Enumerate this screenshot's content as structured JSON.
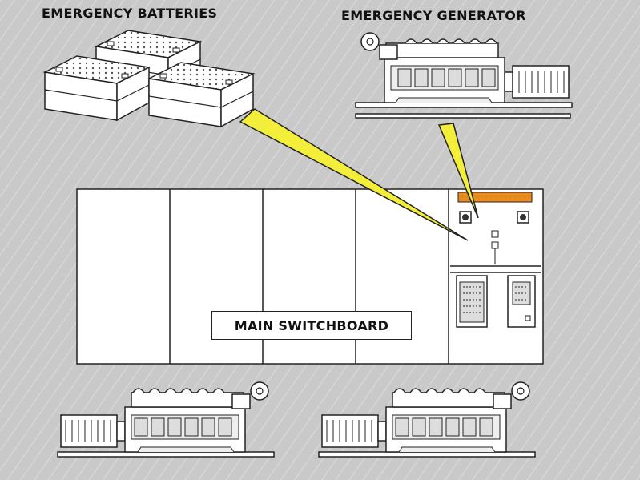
{
  "labels": {
    "emergency_batteries": "EMERGENCY BATTERIES",
    "emergency_generator": "EMERGENCY GENERATOR",
    "main_switchboard": "MAIN SWITCHBOARD"
  },
  "colors": {
    "background": "#c9c9c9",
    "outline": "#222222",
    "panel_fill": "#ffffff",
    "pointer_yellow": "#f2ee3a",
    "nameplate_orange": "#f08a1c"
  },
  "icons": [
    "battery-icon",
    "generator-icon",
    "switchboard-panel",
    "pointer-arrow"
  ]
}
